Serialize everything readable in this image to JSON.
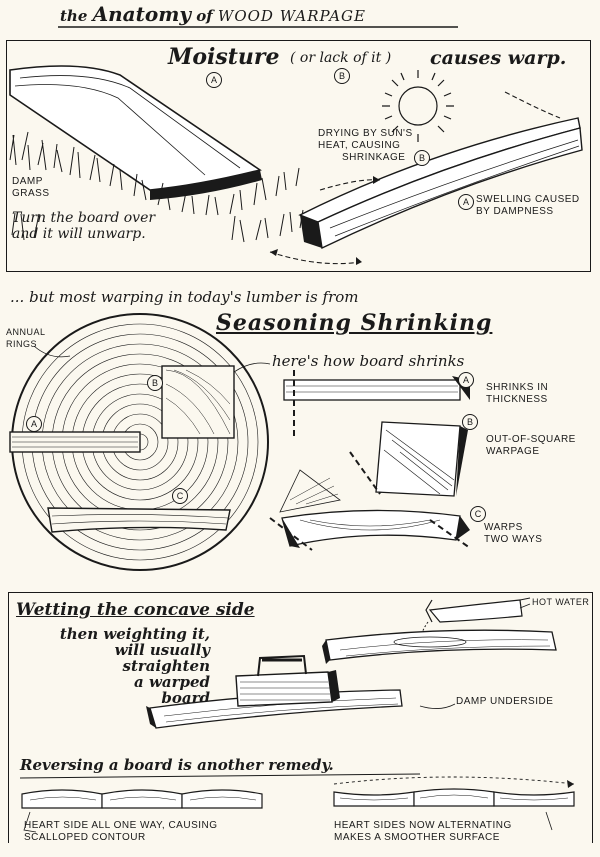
{
  "title": {
    "prefix": "the ",
    "anatomy": "Anatomy",
    "of": " of ",
    "main": "WOOD WARPAGE"
  },
  "moisture": {
    "heading": "Moisture",
    "paren_open": "( or lack of it )",
    "heading_tail": "causes warp.",
    "label_a": "A",
    "label_b": "B",
    "damp_grass": "DAMP\nGRASS",
    "turn_note": "Turn the board over\nand it will unwarp.",
    "drying_line1": "DRYING BY SUN'S",
    "drying_line2": "HEAT, CAUSING",
    "drying_line3": "SHRINKAGE",
    "swelling_line1": "SWELLING CAUSED",
    "swelling_line2": "BY DAMPNESS"
  },
  "seasoning": {
    "intro": "... but most warping in today's lumber is from",
    "heading": "Seasoning Shrinking",
    "annual_rings": "ANNUAL\nRINGS",
    "how_shrinks": "here's how board shrinks",
    "label_a": "A",
    "label_b": "B",
    "label_c": "C",
    "note_a": "SHRINKS IN\nTHICKNESS",
    "note_b": "OUT-OF-SQUARE\nWARPAGE",
    "note_c": "WARPS\nTWO WAYS"
  },
  "remedy": {
    "heading": "Wetting the concave side",
    "steps": "then weighting it,\nwill usually\nstraighten\na warped\nboard",
    "hot_water": "HOT WATER",
    "damp_underside": "DAMP UNDERSIDE",
    "reversing": "Reversing a board is another remedy.",
    "left_caption": "HEART SIDE ALL ONE WAY, CAUSING\nSCALLOPED CONTOUR",
    "right_caption": "HEART SIDES NOW ALTERNATING\nMAKES A SMOOTHER SURFACE"
  },
  "colors": {
    "ink": "#1a1a1a",
    "paper": "#fbf8ef"
  }
}
